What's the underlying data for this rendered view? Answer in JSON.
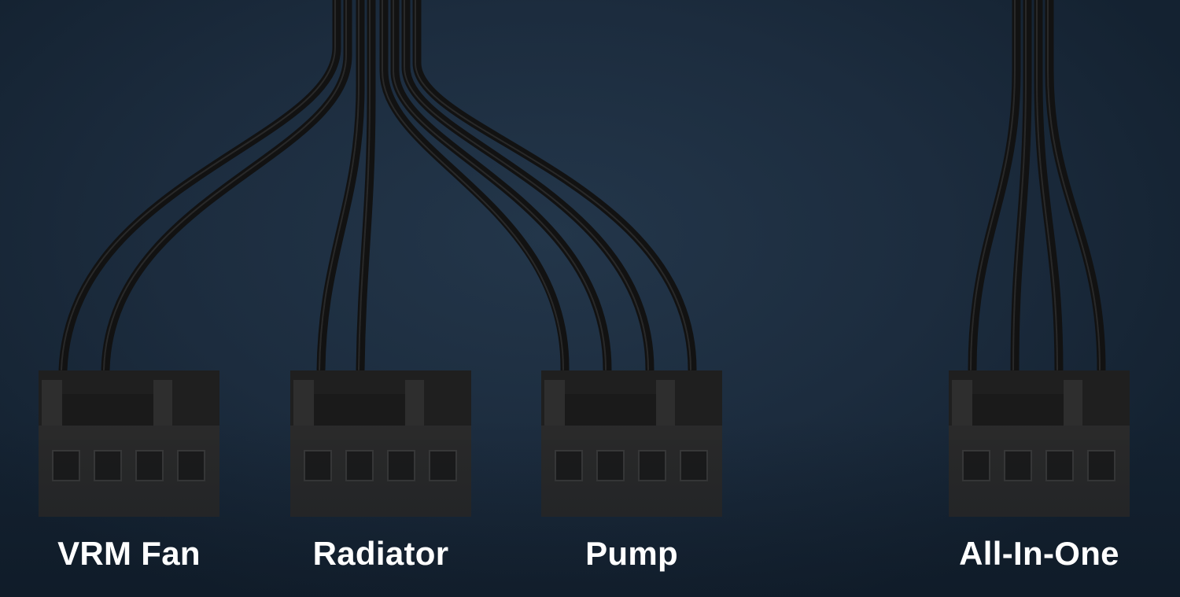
{
  "connectors": [
    {
      "label": "VRM Fan"
    },
    {
      "label": "Radiator"
    },
    {
      "label": "Pump"
    },
    {
      "label": "All-In-One"
    }
  ],
  "colors": {
    "background": "#1c2c3e",
    "connector": "#2a2a2a",
    "cable": "#151515",
    "label": "#ffffff"
  }
}
